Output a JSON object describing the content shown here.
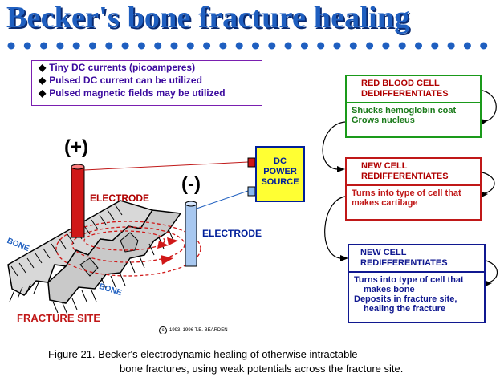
{
  "title": "Becker's bone fracture healing",
  "bullets": [
    "Tiny DC currents (picoamperes)",
    "Pulsed DC current can be utilized",
    "Pulsed magnetic fields may be utilized"
  ],
  "labels": {
    "plus": "(+)",
    "minus": "(-)",
    "electrode_positive": "ELECTRODE",
    "electrode_negative": "ELECTRODE",
    "bone_left": "BONE",
    "bone_right": "BONE",
    "fracture_site": "FRACTURE SITE",
    "copyright": "1993, 1996 T.E. BEARDEN"
  },
  "dc_source": [
    "DC",
    "POWER",
    "SOURCE"
  ],
  "stages": [
    {
      "heading": [
        "RED BLOOD CELL",
        "DEDIFFERENTIATES"
      ],
      "body": [
        "Shucks hemoglobin coat",
        "Grows nucleus"
      ]
    },
    {
      "heading": [
        "NEW CELL",
        "REDIFFERENTIATES"
      ],
      "body": [
        "Turns into type of cell that",
        "makes cartilage"
      ]
    },
    {
      "heading": [
        "NEW CELL",
        "REDIFFERENTIATES"
      ],
      "body": [
        "Turns into type of cell that",
        "makes bone",
        "Deposits in fracture site,",
        "healing the fracture"
      ]
    }
  ],
  "caption": [
    "Figure 21.  Becker's electrodynamic healing of otherwise intractable",
    "bone fractures, using weak potentials across the fracture site."
  ],
  "colors": {
    "title": "#1f5fc0",
    "dots": "#1f5fc0",
    "positive_electrode": "#d01818",
    "negative_electrode": "#a8c8f0",
    "dc_box": "#ffff33",
    "stage1_border": "#1a9a1a",
    "stage2_border": "#c01818",
    "stage3_border": "#101890"
  }
}
